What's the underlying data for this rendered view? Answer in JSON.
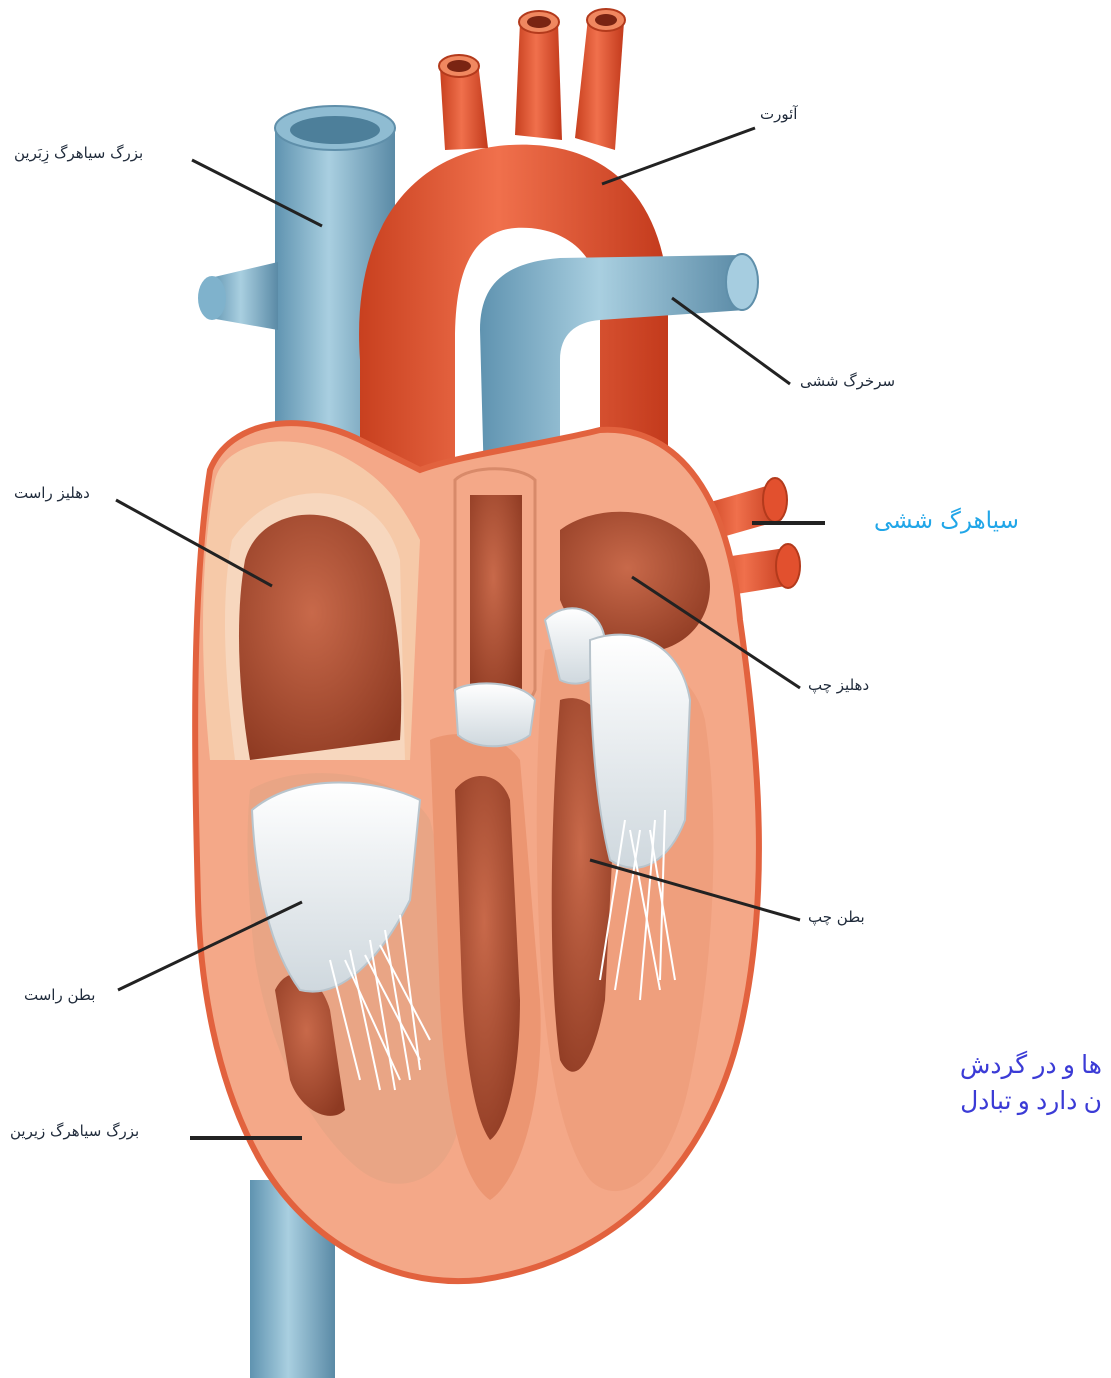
{
  "labels": {
    "svc_top": "بزرگ سیاهرگ زِبَرین",
    "aorta": "آئورت",
    "pulmonary_artery": "سرخرگ ششی",
    "right_atrium": "دهلیز راست",
    "pulmonary_vein": "سیاهرگ ششی",
    "left_atrium": "دهلیز چپ",
    "left_ventricle": "بطن چپ",
    "right_ventricle": "بطن راست",
    "ivc_bottom": "بزرگ سیاهرگ زیرین"
  },
  "paragraph": {
    "line1": "ها و در گردش",
    "line2": "ن دارد و تبادل"
  },
  "colors": {
    "artery": "#e2502e",
    "vein": "#7fb2cc",
    "muscle": "#f2a98a",
    "chamber": "#a8452a",
    "label_line": "#222222",
    "accent_label": "#21a6e8",
    "paragraph_text": "#3b3bd6"
  }
}
